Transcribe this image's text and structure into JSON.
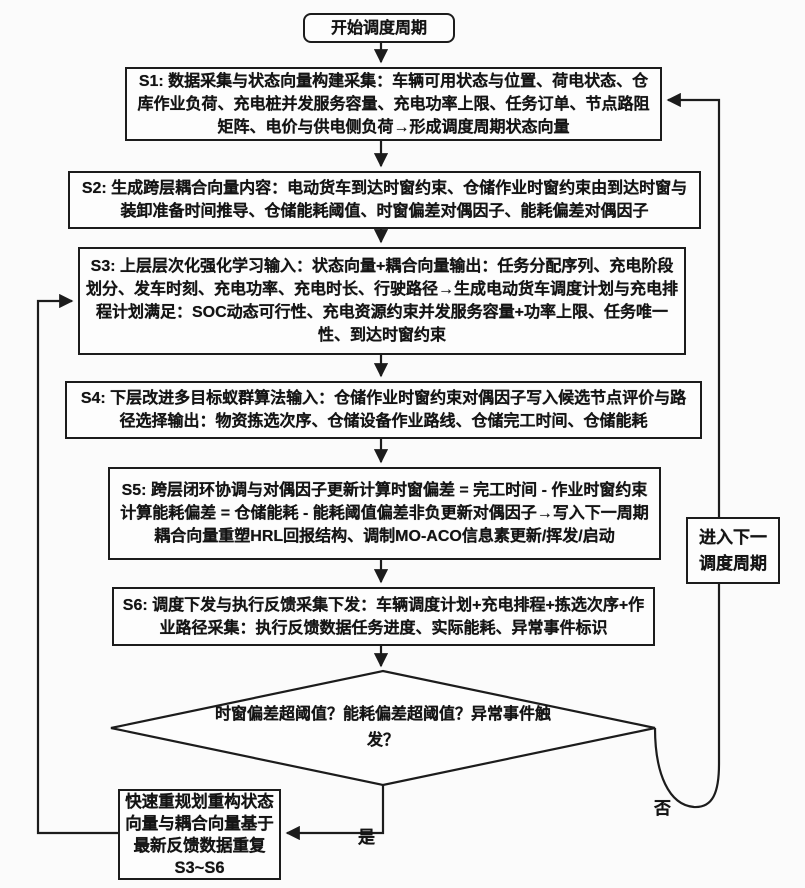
{
  "diagram": {
    "start": {
      "label": "开始调度周期"
    },
    "steps": [
      {
        "id": "S1",
        "text": "S1: 数据采集与状态向量构建采集：车辆可用状态与位置、荷电状态、仓库作业负荷、充电桩并发服务容量、充电功率上限、任务订单、节点路阻矩阵、电价与供电侧负荷→形成调度周期状态向量"
      },
      {
        "id": "S2",
        "text": "S2: 生成跨层耦合向量内容：电动货车到达时窗约束、仓储作业时窗约束由到达时窗与装卸准备时间推导、仓储能耗阈值、时窗偏差对偶因子、能耗偏差对偶因子"
      },
      {
        "id": "S3",
        "text": "S3: 上层层次化强化学习输入：状态向量+耦合向量输出：任务分配序列、充电阶段划分、发车时刻、充电功率、充电时长、行驶路径→生成电动货车调度计划与充电排程计划满足：SOC动态可行性、充电资源约束并发服务容量+功率上限、任务唯一性、到达时窗约束"
      },
      {
        "id": "S4",
        "text": "S4: 下层改进多目标蚁群算法输入：仓储作业时窗约束对偶因子写入候选节点评价与路径选择输出：物资拣选次序、仓储设备作业路线、仓储完工时间、仓储能耗"
      },
      {
        "id": "S5",
        "text": "S5: 跨层闭环协调与对偶因子更新计算时窗偏差 = 完工时间 - 作业时窗约束计算能耗偏差 = 仓储能耗 - 能耗阈值偏差非负更新对偶因子→写入下一周期耦合向量重塑HRL回报结构、调制MO-ACO信息素更新/挥发/启动"
      },
      {
        "id": "S6",
        "text": "S6: 调度下发与执行反馈采集下发：车辆调度计划+充电排程+拣选次序+作业路径采集：执行反馈数据任务进度、实际能耗、异常事件标识"
      }
    ],
    "decision": {
      "text": "时窗偏差超阈值？能耗偏差超阈值？异常事件触发？"
    },
    "replan": {
      "text": "快速重规划重构状态向量与耦合向量基于最新反馈数据重复S3~S6"
    },
    "next_cycle": {
      "text": "进入下一调度周期"
    },
    "branch_labels": {
      "yes": "是",
      "no": "否"
    },
    "colors": {
      "stroke": "#1c1c1c",
      "background": "#fbfbfb",
      "node_fill": "#fdfdfd",
      "text": "#141414"
    }
  }
}
